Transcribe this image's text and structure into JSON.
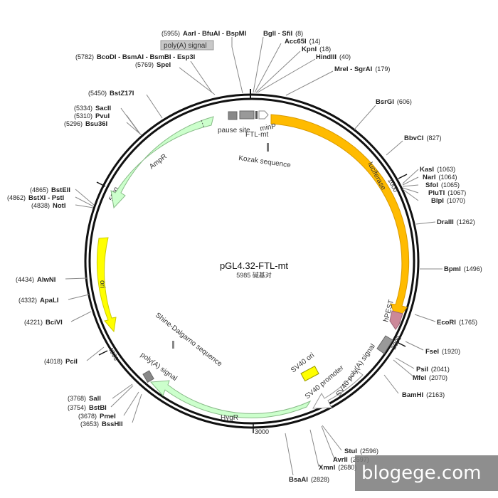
{
  "plasmid": {
    "name": "pGL4.32-FTL-mt",
    "length_label": "5985 碱基对",
    "total_bp": 5985
  },
  "tick_labels": [
    {
      "bp": 1000,
      "text": "1000"
    },
    {
      "bp": 2000,
      "text": "2000"
    },
    {
      "bp": 3000,
      "text": "3000"
    },
    {
      "bp": 4000,
      "text": "4000"
    },
    {
      "bp": 5000,
      "text": "5000"
    }
  ],
  "sites": [
    {
      "name": "AarI - BfuAI - BspMI",
      "pos": "(5955)"
    },
    {
      "name": "BcoDI - BsmAI - BsmBI - Esp3I",
      "pos": "(5782)"
    },
    {
      "name": "SpeI",
      "pos": "(5769)"
    },
    {
      "name": "BglI - SfiI",
      "pos": "(8)"
    },
    {
      "name": "Acc65I",
      "pos": "(14)"
    },
    {
      "name": "KpnI",
      "pos": "(18)"
    },
    {
      "name": "HindIII",
      "pos": "(40)"
    },
    {
      "name": "MreI - SgrAI",
      "pos": "(179)"
    },
    {
      "name": "BsrGI",
      "pos": "(606)"
    },
    {
      "name": "BbvCI",
      "pos": "(827)"
    },
    {
      "name": "KasI",
      "pos": "(1063)"
    },
    {
      "name": "NarI",
      "pos": "(1064)"
    },
    {
      "name": "SfoI",
      "pos": "(1065)"
    },
    {
      "name": "PluTI",
      "pos": "(1067)"
    },
    {
      "name": "BlpI",
      "pos": "(1070)"
    },
    {
      "name": "DraIII",
      "pos": "(1262)"
    },
    {
      "name": "BpmI",
      "pos": "(1496)"
    },
    {
      "name": "EcoRI",
      "pos": "(1765)"
    },
    {
      "name": "FseI",
      "pos": "(1920)"
    },
    {
      "name": "PsiI",
      "pos": "(2041)"
    },
    {
      "name": "MfeI",
      "pos": "(2070)"
    },
    {
      "name": "BamHI",
      "pos": "(2163)"
    },
    {
      "name": "StuI",
      "pos": "(2596)"
    },
    {
      "name": "AvrII",
      "pos": "(2597)"
    },
    {
      "name": "XmnI",
      "pos": "(2680)"
    },
    {
      "name": "BsaAI",
      "pos": "(2828)"
    },
    {
      "name": "SalI",
      "pos": "(3768)"
    },
    {
      "name": "BstBI",
      "pos": "(3754)"
    },
    {
      "name": "PmeI",
      "pos": "(3678)"
    },
    {
      "name": "BssHII",
      "pos": "(3653)"
    },
    {
      "name": "PciI",
      "pos": "(4018)"
    },
    {
      "name": "BciVI",
      "pos": "(4221)"
    },
    {
      "name": "ApaLI",
      "pos": "(4332)"
    },
    {
      "name": "AlwNI",
      "pos": "(4434)"
    },
    {
      "name": "NotI",
      "pos": "(4838)"
    },
    {
      "name": "BstXI - PstI",
      "pos": "(4862)"
    },
    {
      "name": "BstEII",
      "pos": "(4865)"
    },
    {
      "name": "Bsu36I",
      "pos": "(5296)"
    },
    {
      "name": "PvuI",
      "pos": "(5310)"
    },
    {
      "name": "SacII",
      "pos": "(5334)"
    },
    {
      "name": "BstZ17I",
      "pos": "(5450)"
    }
  ],
  "features": [
    {
      "name": "luciferase",
      "color": "#ffbb00",
      "stroke": "#d99a00"
    },
    {
      "name": "hPEST",
      "color": "#cc8899",
      "stroke": "#996677"
    },
    {
      "name": "ori",
      "color": "#ffff00",
      "stroke": "#cccc00"
    },
    {
      "name": "AmpR",
      "color": "#ccffcc",
      "stroke": "#88bb88"
    },
    {
      "name": "HygR",
      "color": "#ccffcc",
      "stroke": "#88bb88"
    },
    {
      "name": "SV40 poly(A) signal",
      "color": "#ffffff",
      "stroke": "#999999"
    },
    {
      "name": "SV40 promoter",
      "color": "#ffffff",
      "stroke": "#999999"
    },
    {
      "name": "SV40 ori",
      "color": "#ffff00",
      "stroke": "#999900"
    },
    {
      "name": "poly(A) signal",
      "color": "#888888",
      "stroke": "#666666"
    },
    {
      "name": "Shine-Dalgarno sequence",
      "color": "#888888",
      "stroke": "#666666"
    },
    {
      "name": "pause site",
      "color": "#888888",
      "stroke": "#666666"
    },
    {
      "name": "FTL-mt",
      "color": "#888888",
      "stroke": "#666666"
    },
    {
      "name": "minP",
      "color": "#ffffff",
      "stroke": "#888888"
    },
    {
      "name": "Kozak sequence",
      "color": "#888888",
      "stroke": "#666666"
    }
  ],
  "boxed_label": "poly(A) signal",
  "watermark": "blogege.com"
}
